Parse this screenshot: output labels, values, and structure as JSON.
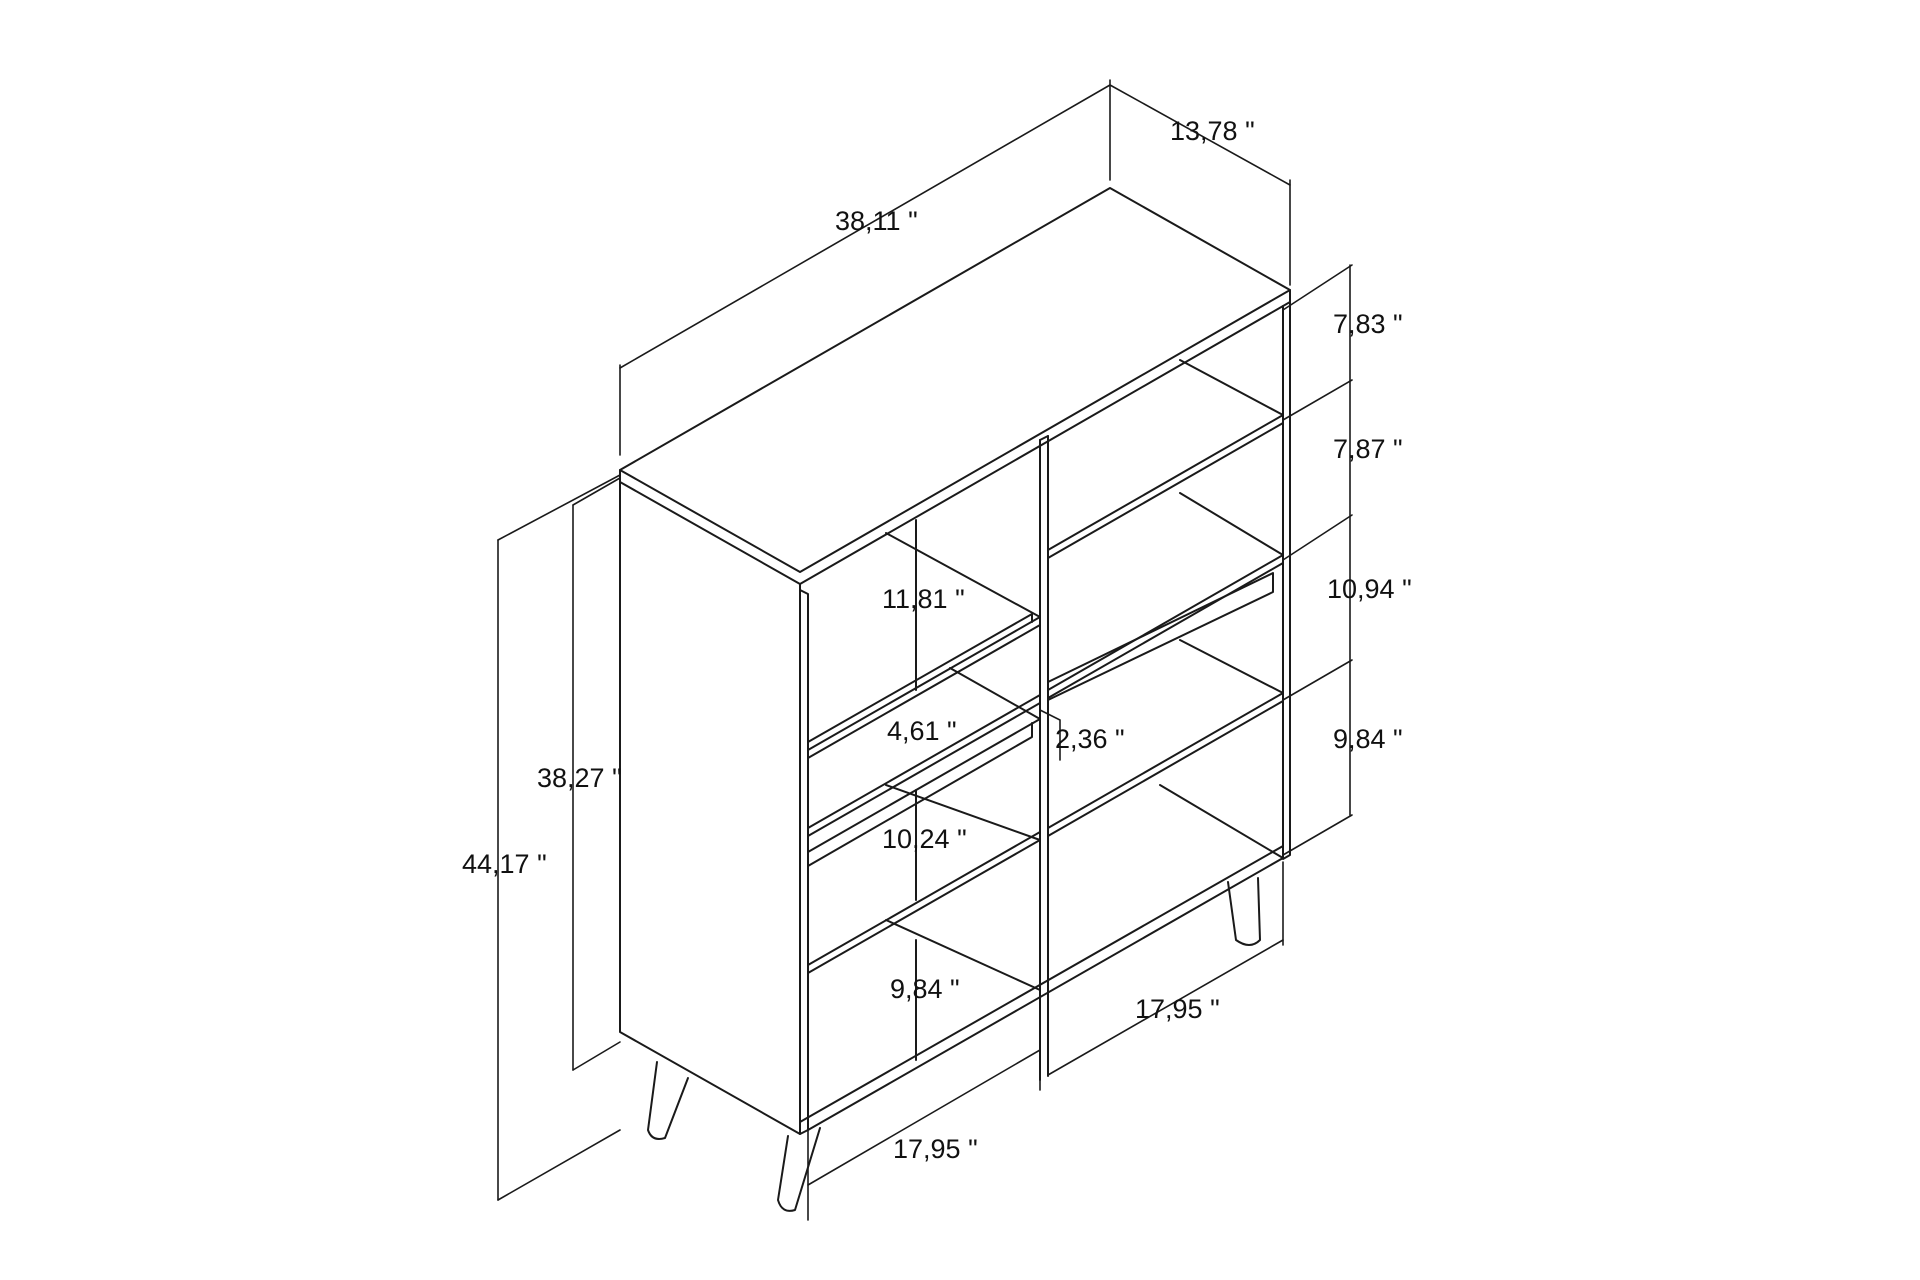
{
  "dimensions": {
    "width_total": "38,11 \"",
    "depth": "13,78 \"",
    "height_total": "44,17 \"",
    "height_body": "38,27 \"",
    "right_shelf_1": "7,83 \"",
    "right_shelf_2": "7,87 \"",
    "right_shelf_3": "10,94 \"",
    "right_shelf_4": "9,84 \"",
    "left_shelf_1": "11,81 \"",
    "left_drawer_face": "4,61 \"",
    "drawer_gap": "2,36 \"",
    "left_shelf_3": "10,24 \"",
    "left_shelf_4": "9,84 \"",
    "bay_width_right": "17,95 \"",
    "bay_width_left": "17,95 \""
  }
}
